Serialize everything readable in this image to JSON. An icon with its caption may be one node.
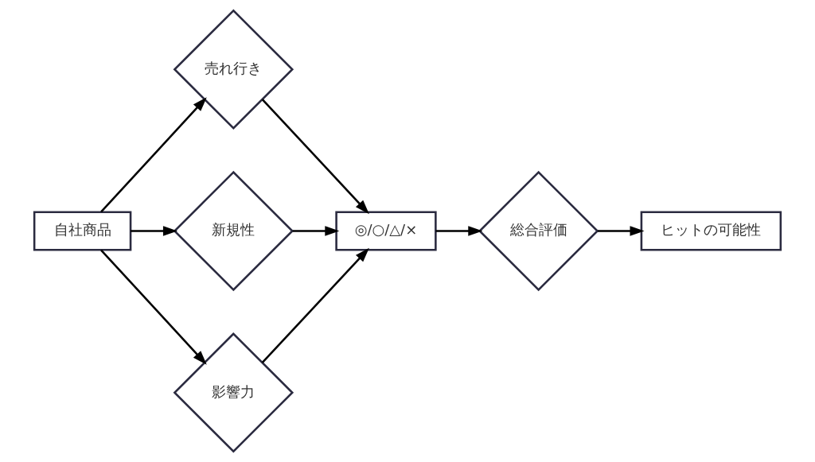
{
  "diagram": {
    "nodes": [
      {
        "text": [
          "自社商品"
        ]
      },
      {
        "text": [
          "売れ行き"
        ]
      },
      {
        "text": [
          "新規性"
        ]
      },
      {
        "text": [
          "影響力"
        ]
      },
      {
        "text": [
          "◎/○/△/×"
        ]
      },
      {
        "text": [
          "総合評価"
        ]
      },
      {
        "text": [
          "ヒットの可能性"
        ]
      }
    ],
    "edges": [
      {
        "from": 0,
        "to": 1,
        "arrow": "to"
      },
      {
        "from": 0,
        "to": 2,
        "arrow": "to"
      },
      {
        "from": 0,
        "to": 3,
        "arrow": "to"
      },
      {
        "from": 1,
        "to": 4,
        "arrow": "to"
      },
      {
        "from": 2,
        "to": 4,
        "arrow": "to"
      },
      {
        "from": 3,
        "to": 4,
        "arrow": "to"
      },
      {
        "from": 4,
        "to": 5,
        "arrow": "to"
      },
      {
        "from": 5,
        "to": 6,
        "arrow": "to"
      }
    ]
  }
}
